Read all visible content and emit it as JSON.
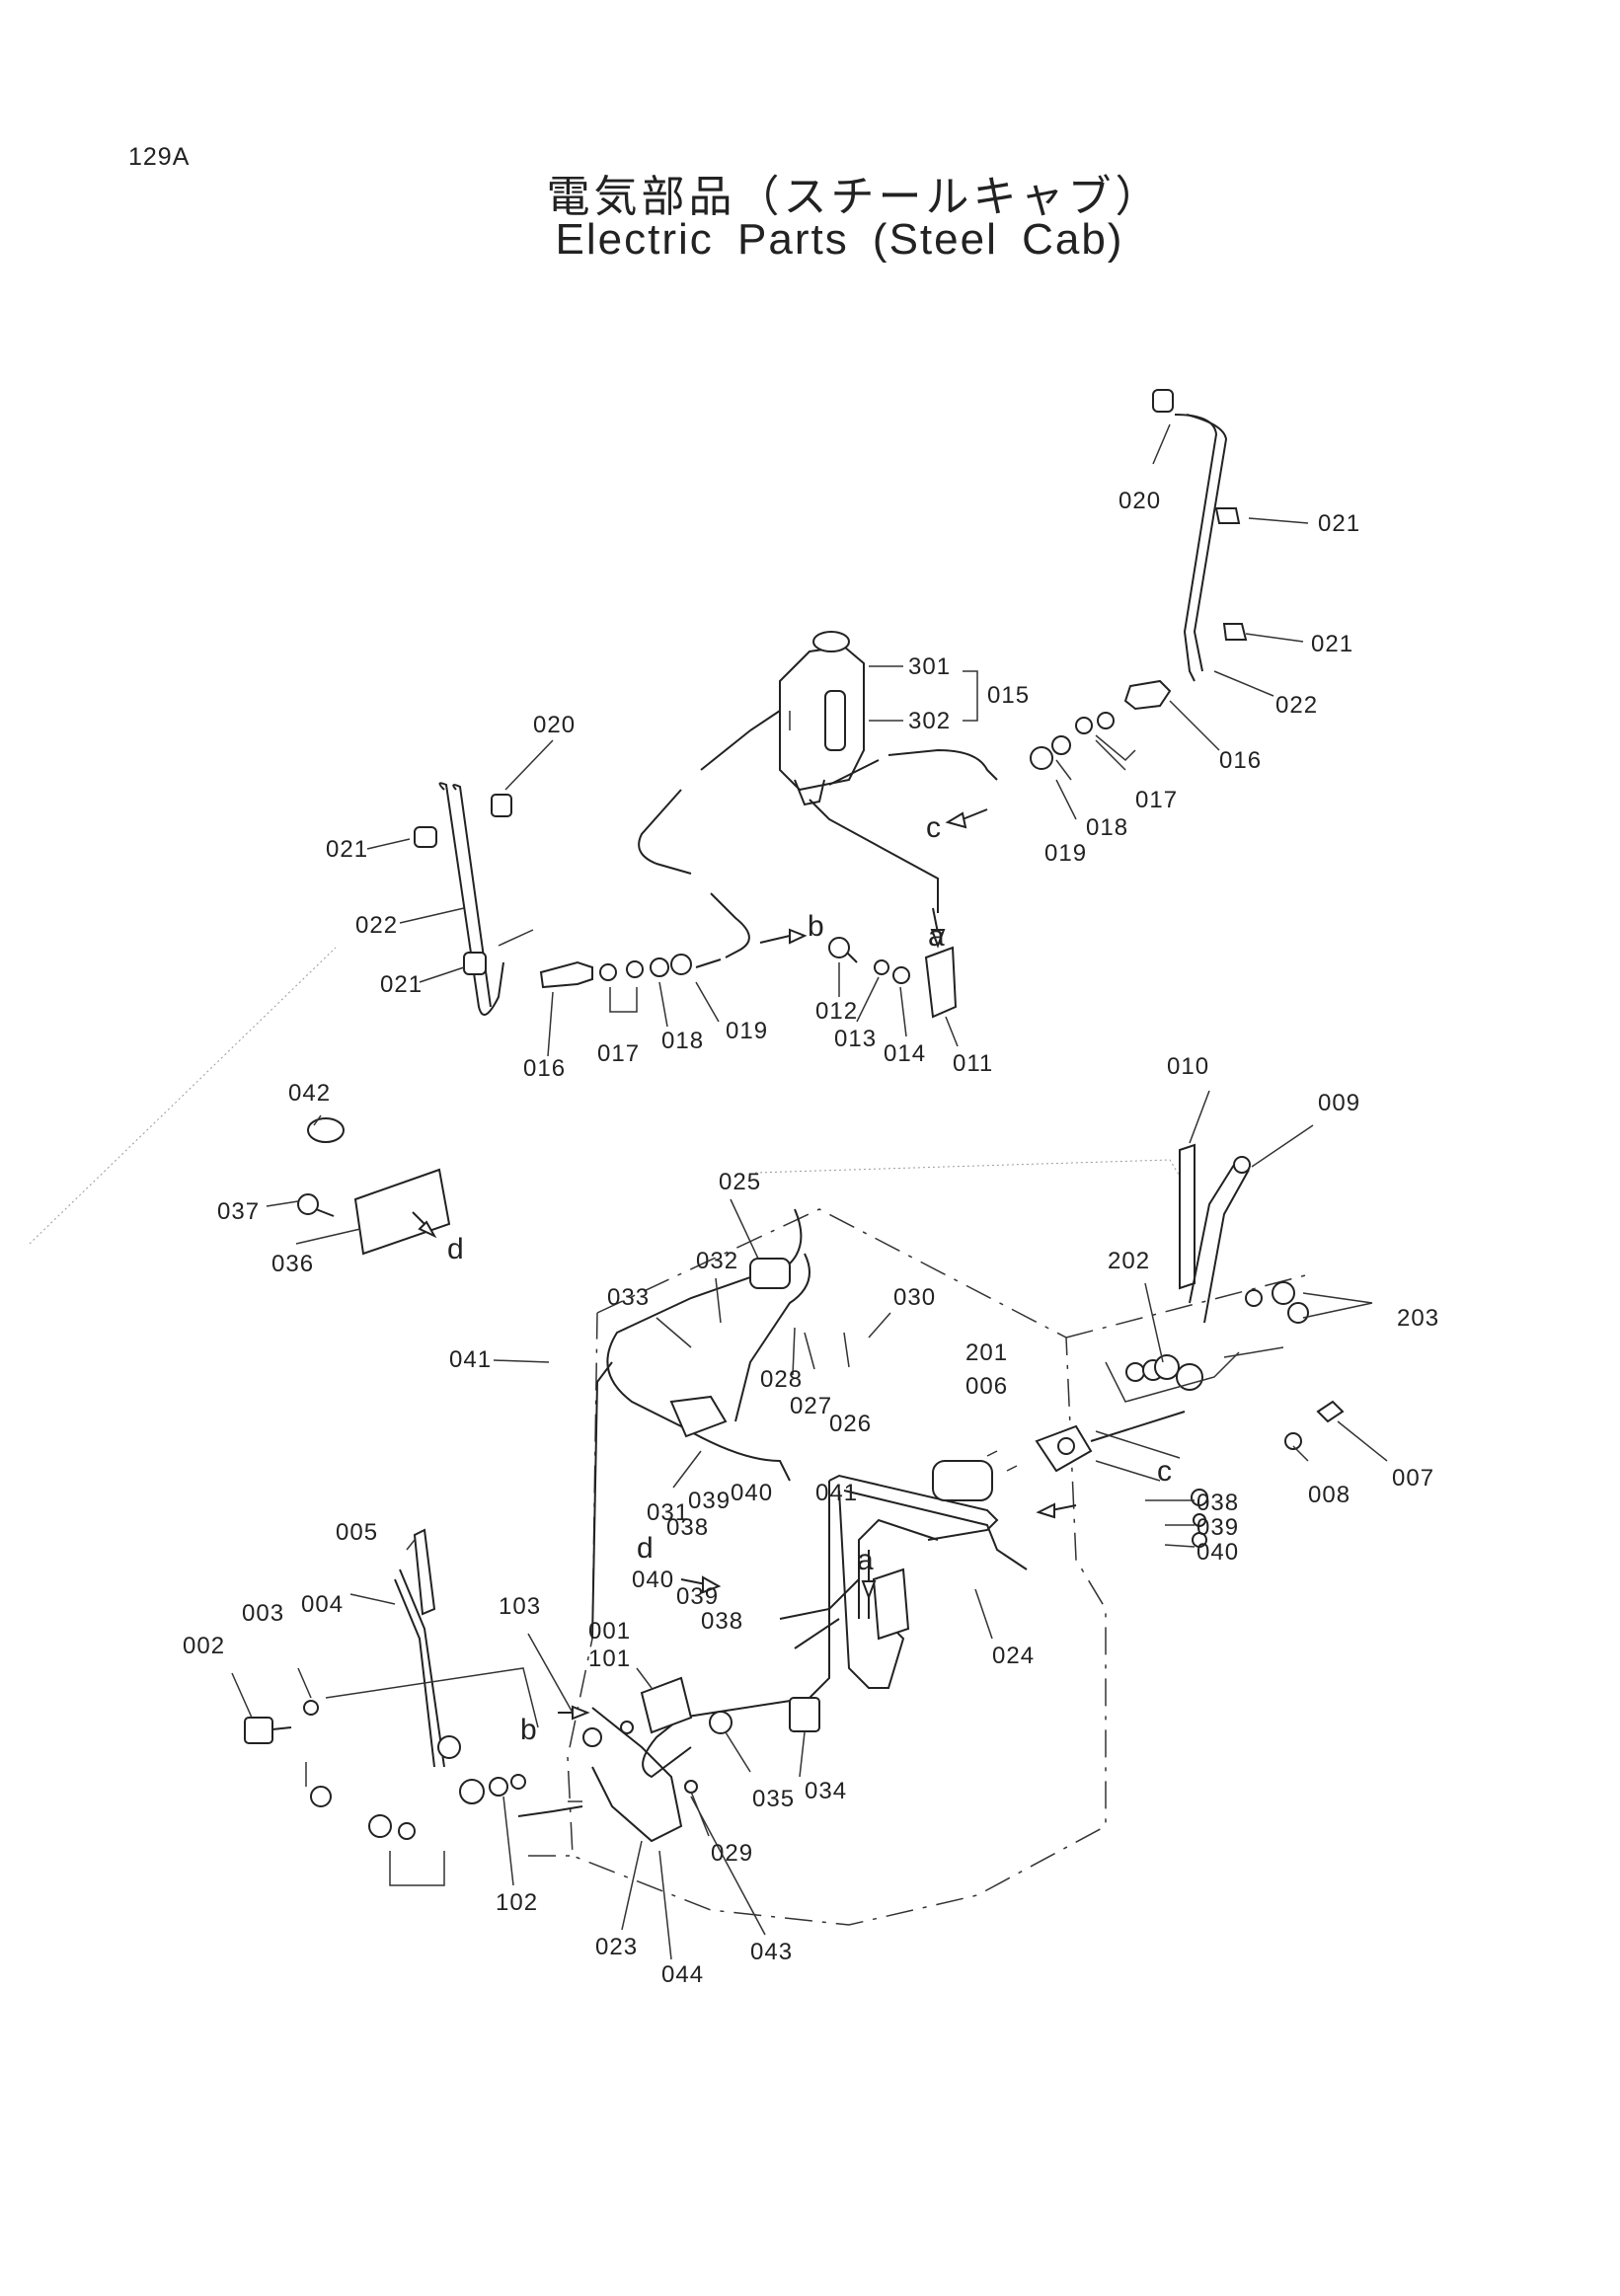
{
  "page": {
    "number": "129A",
    "title_jp": "電気部品（スチールキャブ）",
    "title_en": "Electric Parts (Steel Cab)"
  },
  "labels": {
    "l020a": "020",
    "l021a": "021",
    "l021b": "021",
    "l022a": "022",
    "l016a": "016",
    "l017a": "017",
    "l018a": "018",
    "l019a": "019",
    "l301": "301",
    "l302": "302",
    "l015": "015",
    "l020b": "020",
    "l021c": "021",
    "l022b": "022",
    "l021d": "021",
    "l016b": "016",
    "l017b": "017",
    "l018b": "018",
    "l019b": "019",
    "l012": "012",
    "l013": "013",
    "l014": "014",
    "l011": "011",
    "l042": "042",
    "l037": "037",
    "l036": "036",
    "l010": "010",
    "l009": "009",
    "l025": "025",
    "l032": "032",
    "l033": "033",
    "l030": "030",
    "l028": "028",
    "l027": "027",
    "l026": "026",
    "l201": "201",
    "l006": "006",
    "l202": "202",
    "l203": "203",
    "l041a": "041",
    "l041b": "041",
    "l007": "007",
    "l008": "008",
    "l031": "031",
    "l039a": "039",
    "l040a": "040",
    "l038a": "038",
    "l040b": "040",
    "l039b": "039",
    "l038b": "038",
    "l038c": "038",
    "l039c": "039",
    "l040c": "040",
    "l024": "024",
    "l005": "005",
    "l004": "004",
    "l003": "003",
    "l002": "002",
    "l103": "103",
    "l001": "001",
    "l101": "101",
    "l035": "035",
    "l034": "034",
    "l029": "029",
    "l102": "102",
    "l023": "023",
    "l044": "044",
    "l043": "043"
  },
  "refs": {
    "a1": "a",
    "a2": "a",
    "b1": "b",
    "b2": "b",
    "c1": "c",
    "c2": "c",
    "d1": "d",
    "d2": "d"
  }
}
